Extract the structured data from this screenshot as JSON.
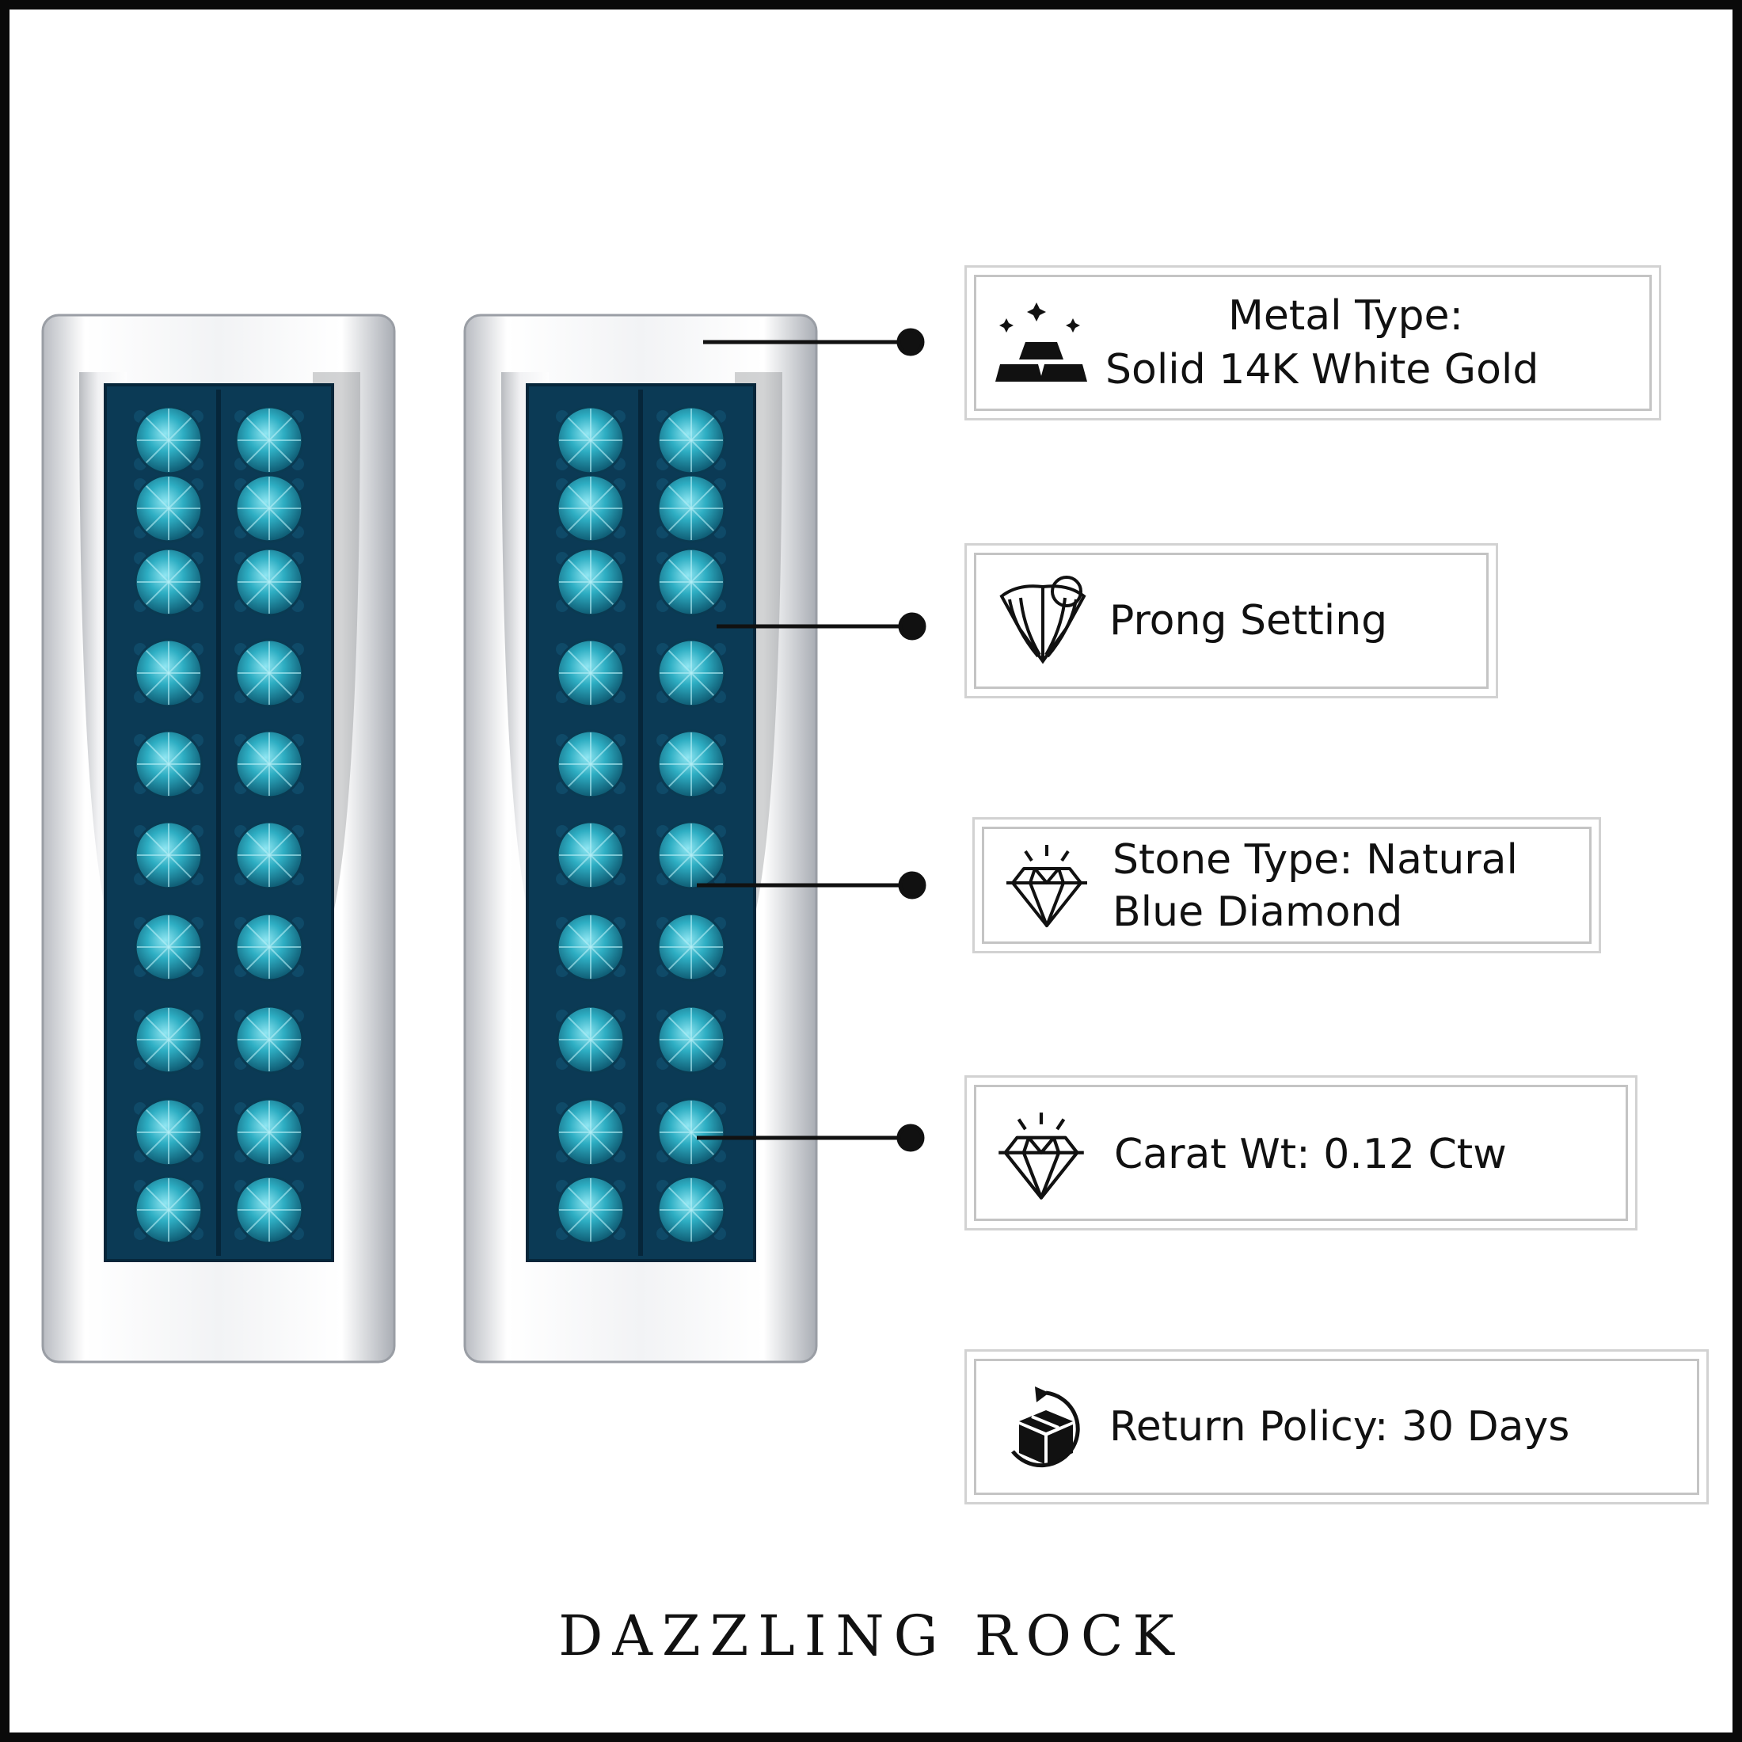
{
  "features": [
    {
      "icon": "gold-bars-icon",
      "label_line1": "Metal Type:",
      "label_line2": "Solid 14K White Gold"
    },
    {
      "icon": "prong-setting-icon",
      "label_line1": "Prong Setting"
    },
    {
      "icon": "diamond-sparkle-icon",
      "label_line1": "Stone Type: Natural",
      "label_line2": "Blue Diamond"
    },
    {
      "icon": "diamond-sparkle-icon",
      "label_line1": "Carat Wt: 0.12 Ctw"
    },
    {
      "icon": "return-box-icon",
      "label_line1": "Return Policy: 30 Days"
    }
  ],
  "brand": "DAZZLING ROCK",
  "colors": {
    "frame": "#0a0a0a",
    "metal": "#e4e6ea",
    "stone": "#2aa8bd",
    "setting": "#0b3a55",
    "border": "#c4c4c4"
  }
}
